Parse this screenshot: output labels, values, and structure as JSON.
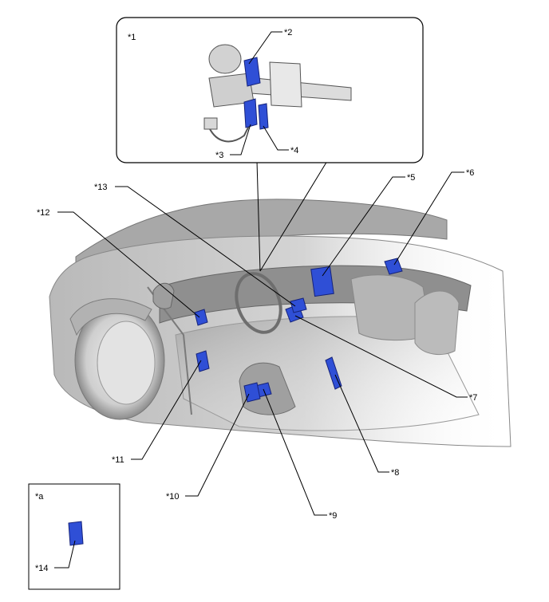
{
  "labels": {
    "l1": "*1",
    "l2": "*2",
    "l3": "*3",
    "l4": "*4",
    "l5": "*5",
    "l6": "*6",
    "l7": "*7",
    "l8": "*8",
    "l9": "*9",
    "l10": "*10",
    "l11": "*11",
    "l12": "*12",
    "l13": "*13",
    "l14": "*14",
    "la": "*a"
  },
  "colors": {
    "component_highlight": "#2f4fd6",
    "body_gray": "#c9c9c9"
  },
  "icons": [
    "steering-column-assembly",
    "vehicle-interior-cutaway",
    "ecu-module"
  ]
}
